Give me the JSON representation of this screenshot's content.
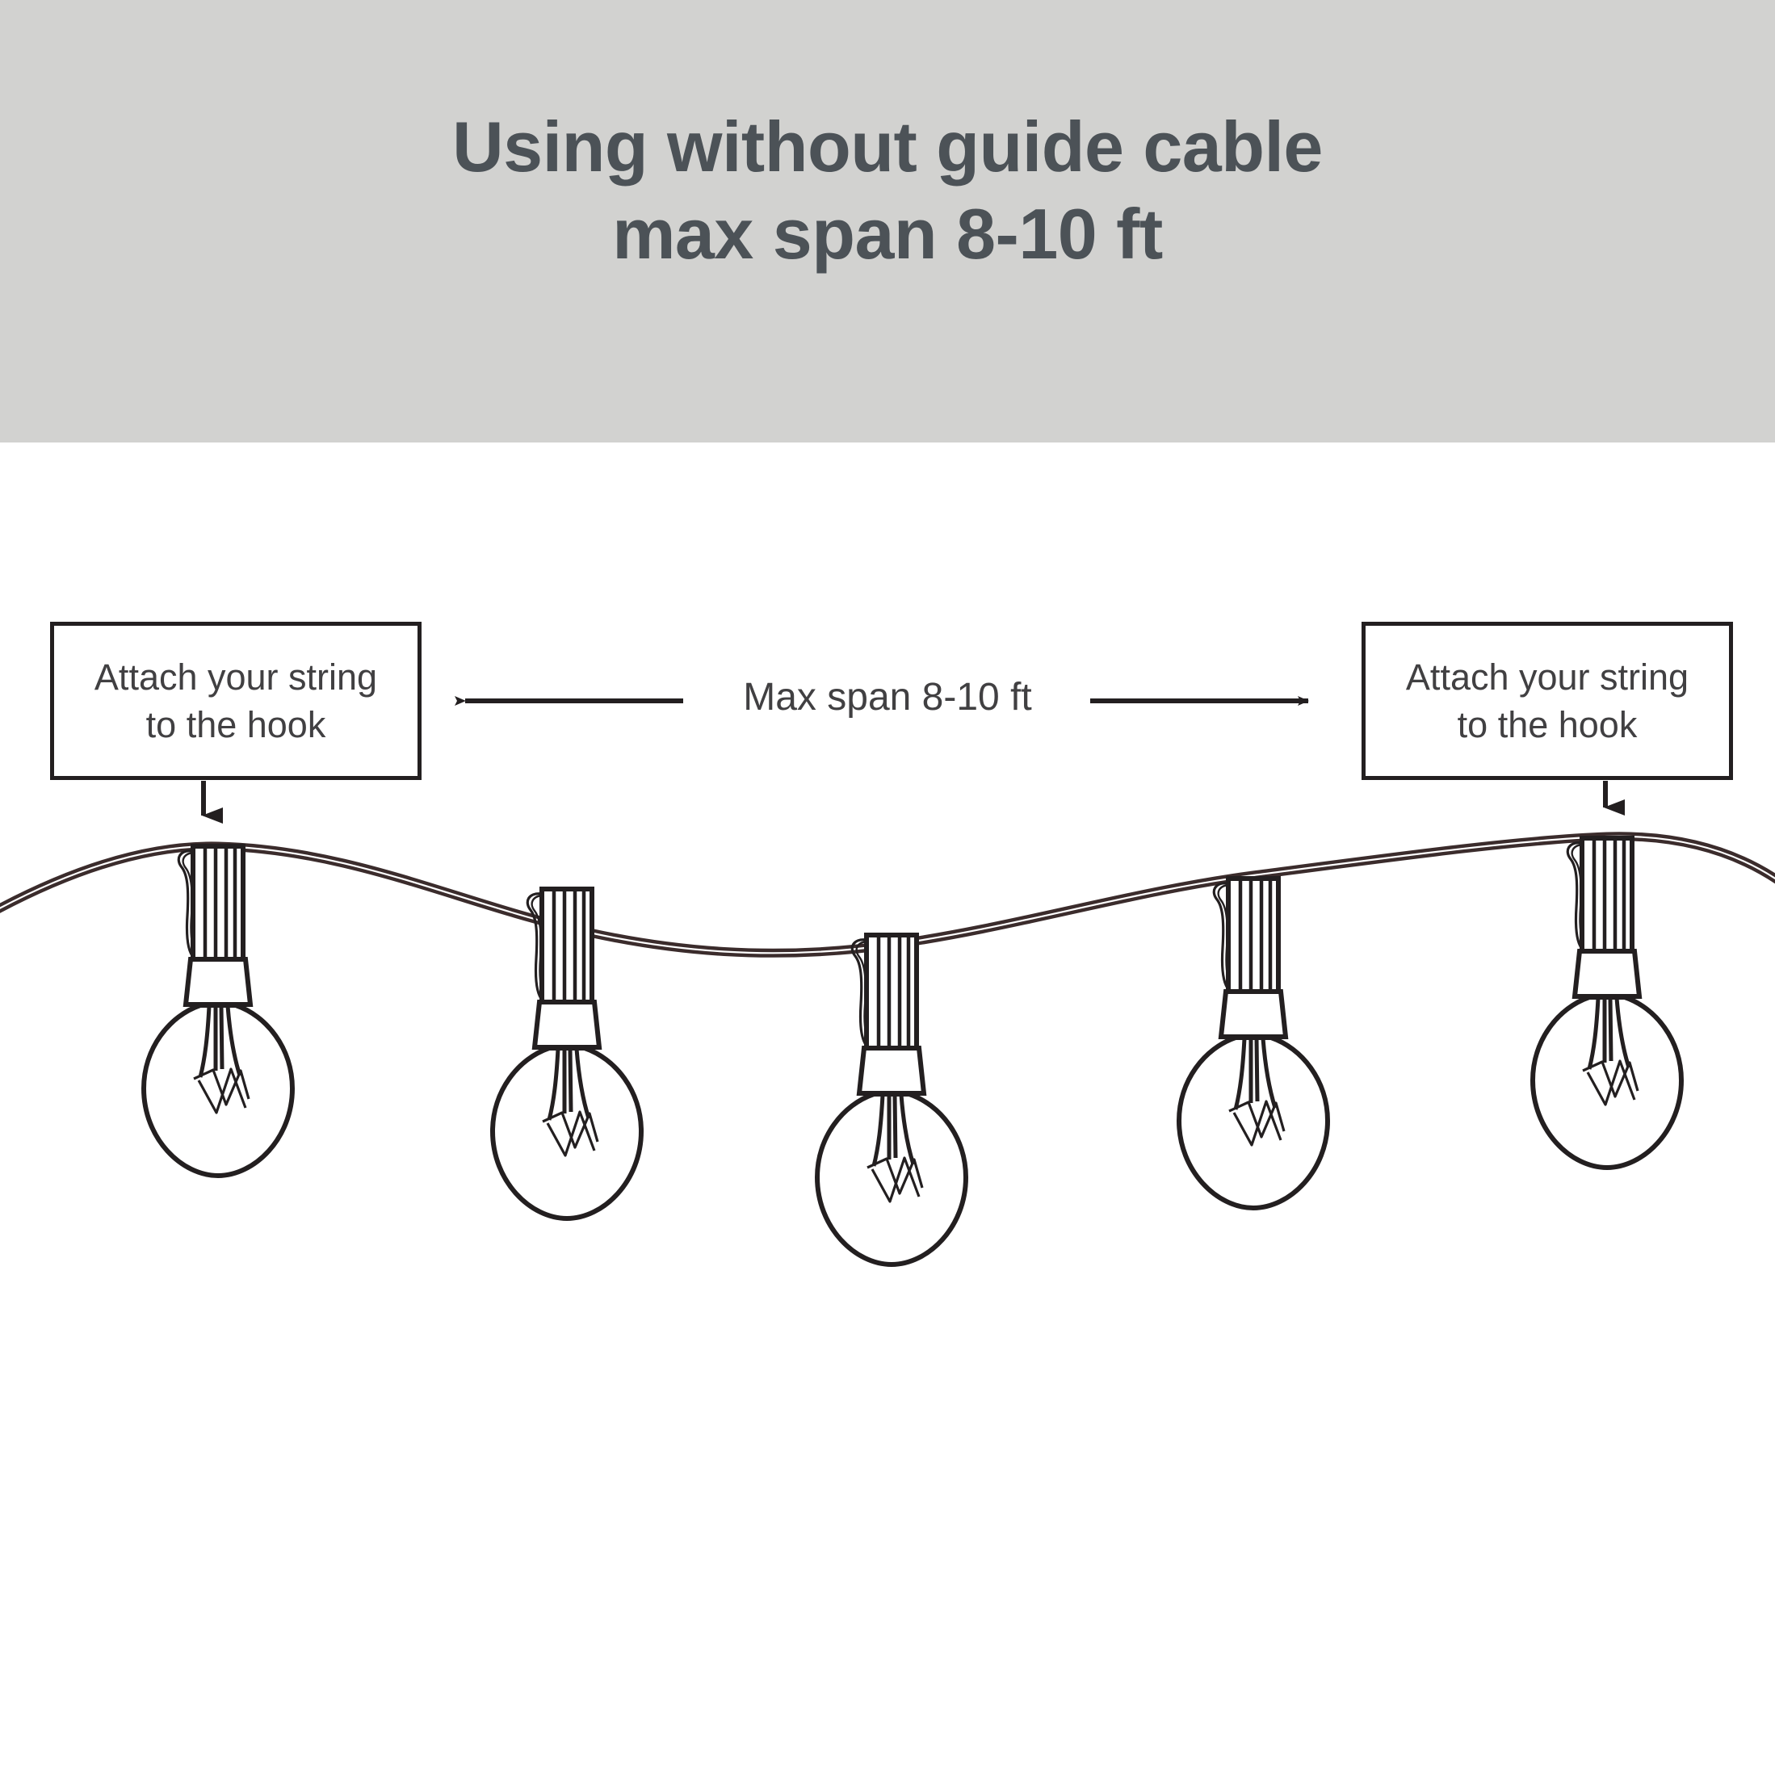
{
  "header": {
    "line1": "Using without guide cable",
    "line2": "max span 8-10 ft",
    "background_color": "#d2d2d0",
    "text_color": "#4c5257"
  },
  "diagram": {
    "name": "string-lights-hanging-span-diagram",
    "background_color": "#ffffff",
    "line_color": "#231f20",
    "cable_color": "#3b2c2c",
    "callouts": [
      {
        "id": "left",
        "line1": "Attach your string",
        "line2": "to the hook",
        "arrow": "down-arrow"
      },
      {
        "id": "right",
        "line1": "Attach your string",
        "line2": "to the hook",
        "arrow": "down-arrow"
      }
    ],
    "span_measure": {
      "label": "Max span 8-10 ft",
      "arrow_left": "arrow-left",
      "arrow_right": "arrow-right"
    },
    "bulb_count": 5,
    "bulbs": [
      {
        "index": 1,
        "label": "bulb-1",
        "hooked": true
      },
      {
        "index": 2,
        "label": "bulb-2",
        "hooked": false
      },
      {
        "index": 3,
        "label": "bulb-3",
        "hooked": false
      },
      {
        "index": 4,
        "label": "bulb-4",
        "hooked": false
      },
      {
        "index": 5,
        "label": "bulb-5",
        "hooked": true
      }
    ]
  }
}
